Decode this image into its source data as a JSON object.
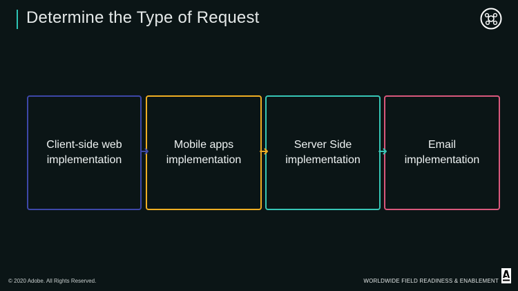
{
  "title": "Determine the Type of Request",
  "accent_color": "#2ec4b6",
  "badge_icon": "network-nodes-icon",
  "steps": [
    {
      "label": "Client-side web\nimplementation",
      "color": "#3d47a8"
    },
    {
      "label": "Mobile apps\nimplementation",
      "color": "#f0ae22"
    },
    {
      "label": "Server Side\nimplementation",
      "color": "#37c6b6"
    },
    {
      "label": "Email\nimplementation",
      "color": "#d9587c"
    }
  ],
  "connectors": [
    {
      "icon": "arrow-right-icon",
      "color": "#3d47a8"
    },
    {
      "icon": "arrow-right-icon",
      "color": "#f0ae22"
    },
    {
      "icon": "arrow-right-icon",
      "color": "#37c6b6"
    }
  ],
  "footer": {
    "copyright": "© 2020 Adobe. All Rights Reserved.",
    "right_text": "WORLDWIDE FIELD READINESS & ENABLEMENT",
    "logo_icon": "adobe-logo-icon"
  }
}
